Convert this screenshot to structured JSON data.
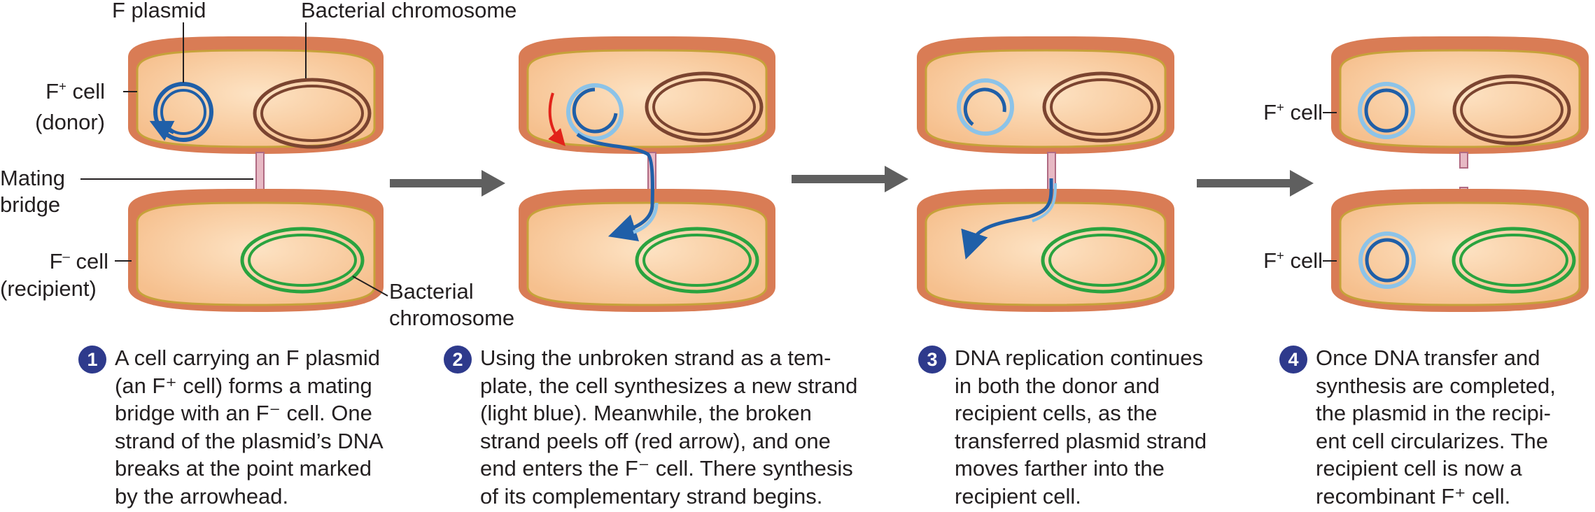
{
  "labels": {
    "f_plasmid": "F plasmid",
    "bacterial_chromosome_top": "Bacterial chromosome",
    "f_plus_cell_base": "F",
    "f_plus_sup": "+",
    "cell_word": " cell",
    "donor": "(donor)",
    "mating": "Mating",
    "bridge": "bridge",
    "f_minus_base": "F",
    "f_minus_sup": "–",
    "recipient": "(recipient)",
    "bacterial": "Bacterial",
    "chromosome": "chromosome"
  },
  "steps": [
    {
      "number": "1",
      "text": "A cell carrying an F plasmid\n(an F⁺ cell) forms a mating\nbridge with an F⁻ cell. One\nstrand of the plasmid’s DNA\nbreaks at the point marked\nby the arrowhead."
    },
    {
      "number": "2",
      "text": "Using the unbroken strand as a tem-\nplate, the cell synthesizes a new strand\n(light blue). Meanwhile, the broken\nstrand peels off (red arrow), and one\nend enters the F⁻ cell. There synthesis\nof its complementary strand begins."
    },
    {
      "number": "3",
      "text": "DNA replication continues\nin both the donor and\nrecipient cells, as the\ntransferred plasmid strand\nmoves farther into the\nrecipient cell."
    },
    {
      "number": "4",
      "text": "Once DNA transfer and\nsynthesis are completed,\nthe plasmid in the recipi-\nent cell circularizes. The\nrecipient cell is now a\nrecombinant F⁺ cell."
    }
  ],
  "colors": {
    "cell_fill": "#f8c99a",
    "cell_wall": "#d77a52",
    "membrane": "#c6a23a",
    "plasmid_dark": "#1f5fa8",
    "plasmid_light": "#8cc3e8",
    "chromosome_brown": "#7b4430",
    "chromosome_green": "#2aa33f",
    "bridge": "#e7b9c4",
    "arrow_gray": "#5f5f5f",
    "red_arrow": "#e2231a",
    "step_badge": "#2e3a8c"
  }
}
